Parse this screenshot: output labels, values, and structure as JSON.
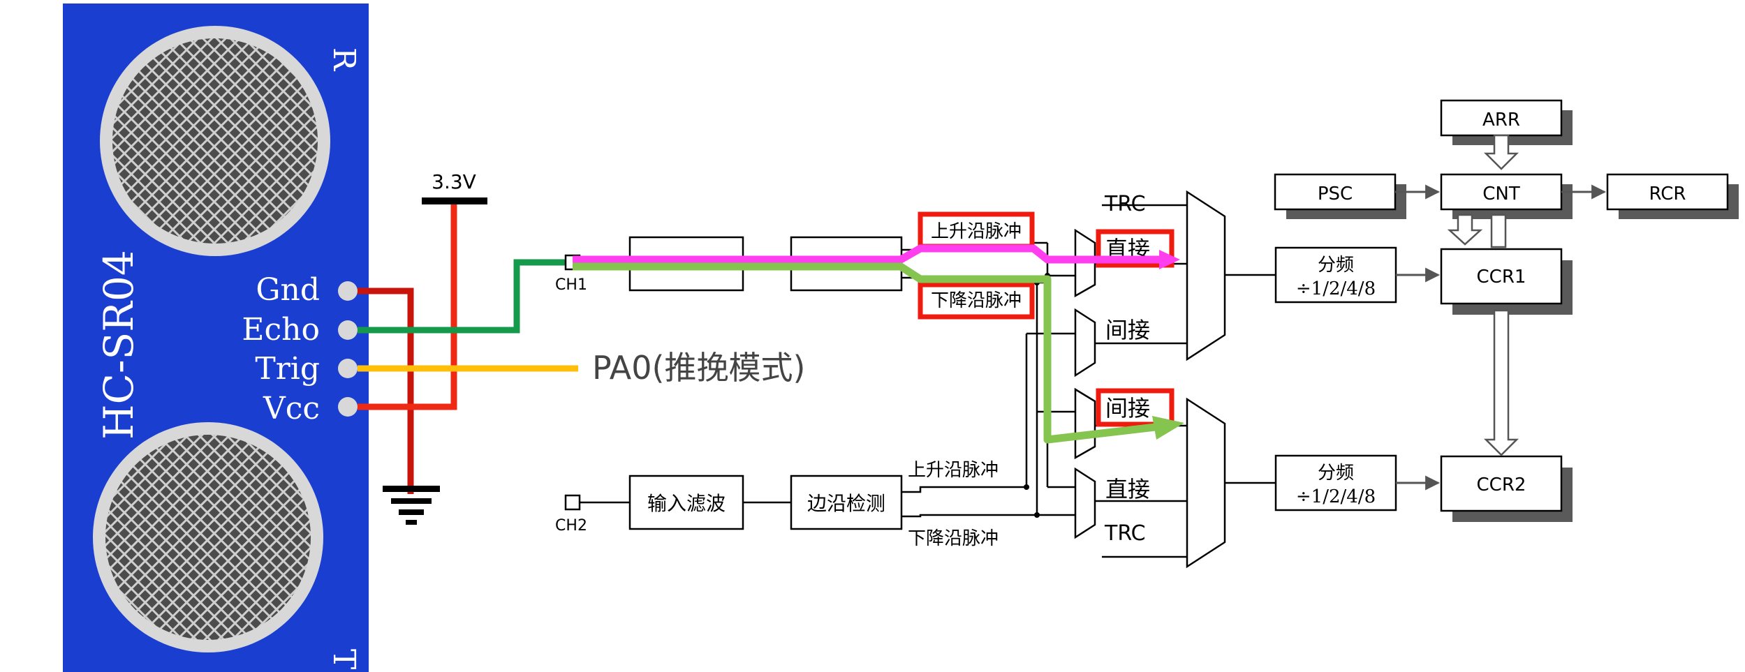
{
  "sensor": {
    "model": "HC-SR04",
    "receiver_mark": "R",
    "transmitter_mark": "T",
    "pins": [
      "Gnd",
      "Echo",
      "Trig",
      "Vcc"
    ]
  },
  "power": {
    "label": "3.3V"
  },
  "trig_target": {
    "label": "PA0(推挽模式)"
  },
  "channels": {
    "ch1": "CH1",
    "ch2": "CH2"
  },
  "blocks": {
    "input_filter": "输入滤波",
    "edge_detect": "边沿检测",
    "rising_pulse": "上升沿脉冲",
    "falling_pulse": "下降沿脉冲",
    "direct": "直接",
    "indirect": "间接",
    "trc": "TRC",
    "prescaler_top": "分频",
    "prescaler_bottom": "÷1/2/4/8"
  },
  "registers": {
    "arr": "ARR",
    "psc": "PSC",
    "cnt": "CNT",
    "rcr": "RCR",
    "ccr1": "CCR1",
    "ccr2": "CCR2"
  },
  "colors": {
    "board": "#1a3fd0",
    "gnd_wire": "#c8140a",
    "vcc_wire": "#ee2a14",
    "echo_wire": "#159a4c",
    "trig_wire": "#ffbe0a",
    "highlight_path_magenta": "#ff3ef0",
    "highlight_path_green": "#86c450",
    "highlight_box": "#ee1b0e"
  }
}
